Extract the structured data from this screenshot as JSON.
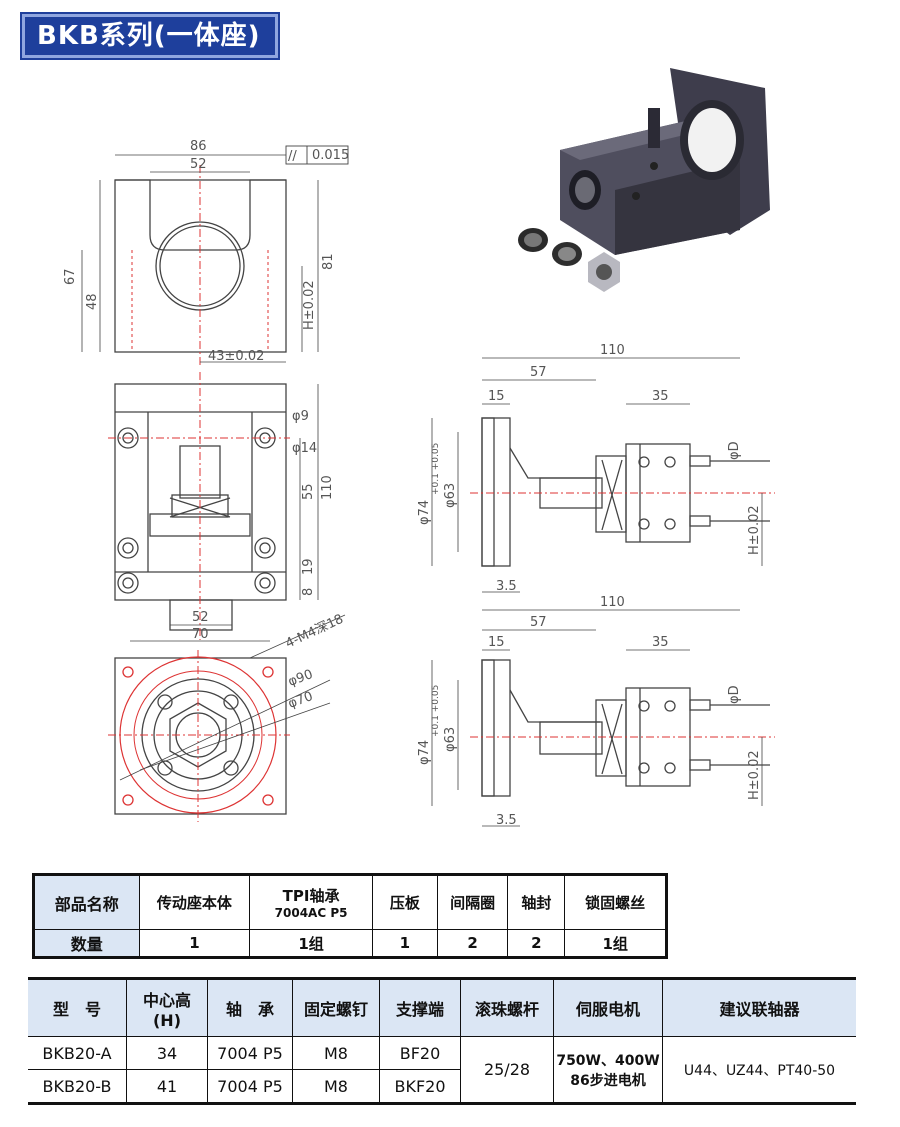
{
  "title": "BKB系列(一体座)",
  "drawing_labels": {
    "d86": "86",
    "d52_top": "52",
    "flatness": "0.015",
    "d67": "67",
    "d48": "48",
    "d81": "81",
    "h_tol": "H±0.02",
    "d43": "43±0.02",
    "phi9": "φ9",
    "phi14": "φ14",
    "d55": "55",
    "d110_v": "110",
    "d19": "19",
    "d8": "8",
    "d52_mid": "52",
    "d70": "70",
    "m4": "4-M4深18",
    "phi90": "φ90",
    "phi70": "φ70",
    "side_110": "110",
    "side_57": "57",
    "side_15": "15",
    "side_35": "35",
    "phi74": "φ74",
    "phi74_tol": "+0.1 +0.05",
    "phi63": "φ63",
    "phiD": "φD",
    "side_h": "H±0.02",
    "side_3_5": "3.5"
  },
  "parts_table": {
    "header": [
      "部品名称",
      "传动座本体",
      "TPI轴承",
      "压板",
      "间隔圈",
      "轴封",
      "锁固螺丝"
    ],
    "header_sub": "7004AC P5",
    "qty_label": "数量",
    "qty": [
      "1",
      "1组",
      "1",
      "2",
      "2",
      "1组"
    ]
  },
  "model_table": {
    "headers": [
      "型　号",
      "中心高",
      "(H)",
      "轴　承",
      "固定螺钉",
      "支撑端",
      "滚珠螺杆",
      "伺服电机",
      "建议联轴器"
    ],
    "rows": [
      {
        "model": "BKB20-A",
        "h": "34",
        "bearing": "7004 P5",
        "screw": "M8",
        "support": "BF20"
      },
      {
        "model": "BKB20-B",
        "h": "41",
        "bearing": "7004 P5",
        "screw": "M8",
        "support": "BKF20"
      }
    ],
    "ball_screw": "25/28",
    "servo_line1": "750W、400W",
    "servo_line2": "86步进电机",
    "coupling": "U44、UZ44、PT40-50"
  }
}
